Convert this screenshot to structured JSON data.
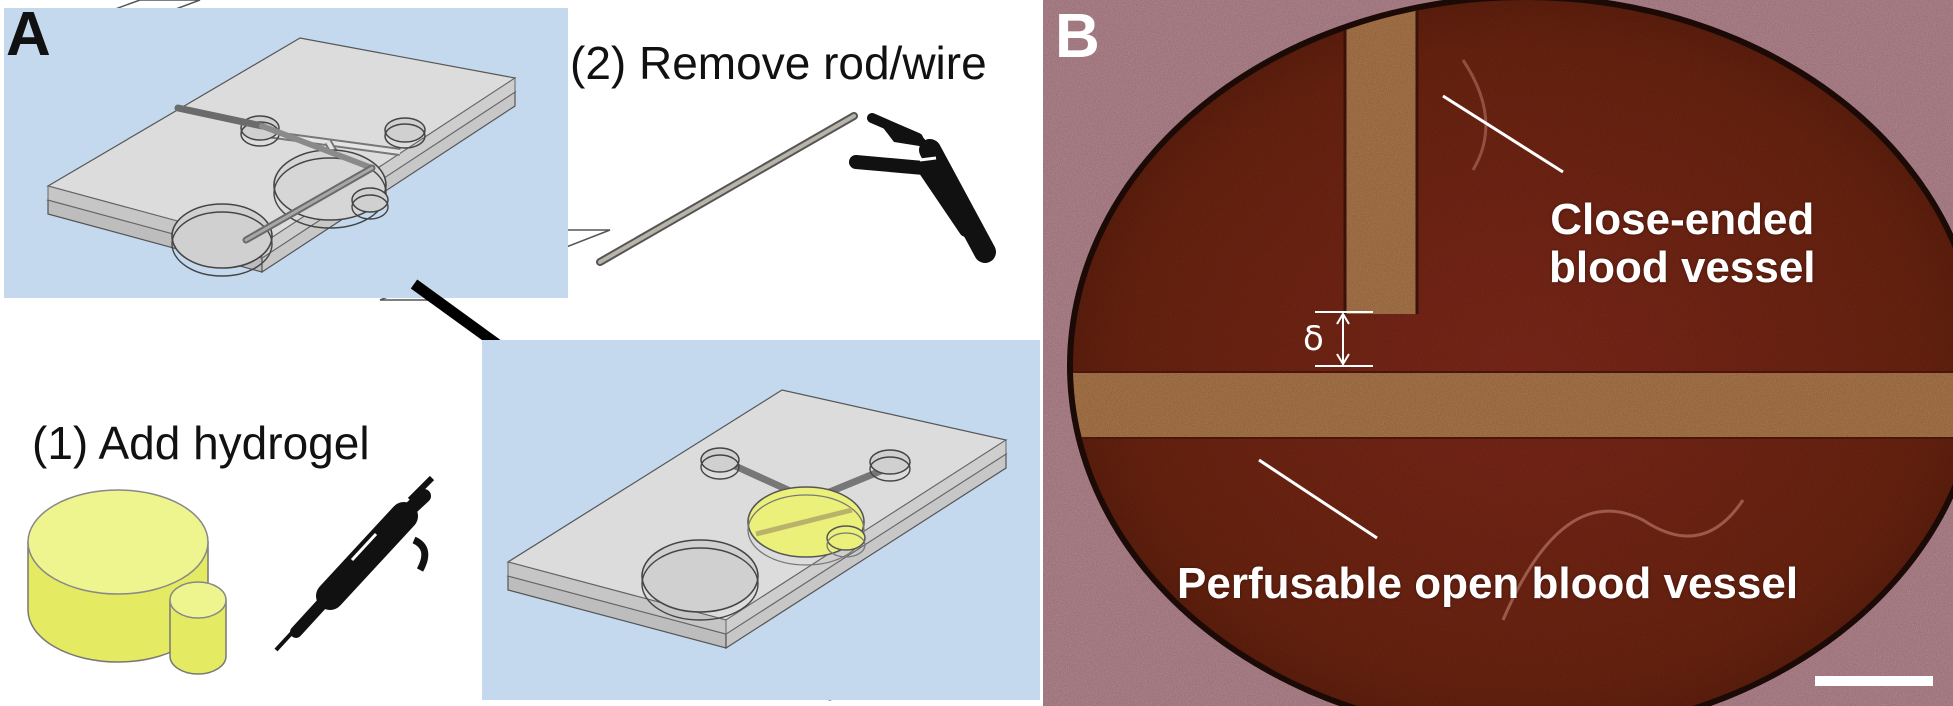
{
  "panel_a": {
    "letter": "A",
    "step_1": "(1) Add hydrogel",
    "step_2": "(2) Remove rod/wire"
  },
  "panel_b": {
    "letter": "B",
    "label_closed": "Close-ended\nblood vessel",
    "label_open": "Perfusable open blood vessel",
    "label_gap": "δ"
  },
  "colors": {
    "plate_blue": "#c5d9ee",
    "device_grey": "#d4d4d4",
    "hydrogel_yellow": "#eaf07a",
    "tissue_dark": "#7a2611",
    "vessel_light": "#b07a4c",
    "rim_pink": "#b98a93"
  }
}
